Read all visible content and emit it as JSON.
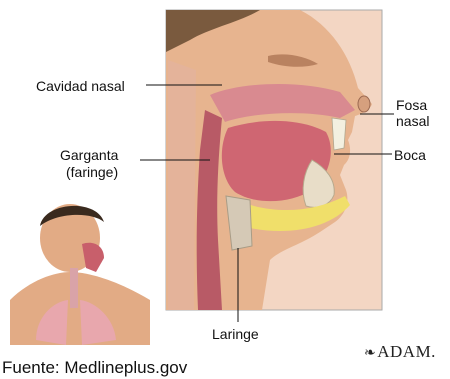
{
  "labels": {
    "cavidad_nasal": "Cavidad nasal",
    "fosa_nasal_1": "Fosa",
    "fosa_nasal_2": "nasal",
    "garganta_1": "Garganta",
    "garganta_2": "(faringe)",
    "boca": "Boca",
    "laringe": "Laringe"
  },
  "logo": {
    "text": "ADAM."
  },
  "source": "Fuente: Medlineplus.gov",
  "colors": {
    "skin": "#e7b48f",
    "skin_dark": "#c98b67",
    "tissue_pink": "#e59aa0",
    "tongue": "#cf6672",
    "airway": "#b85a66",
    "yellow_fat": "#f0df6a",
    "bone": "#e8ddc8",
    "lung": "#e8a7ad"
  }
}
